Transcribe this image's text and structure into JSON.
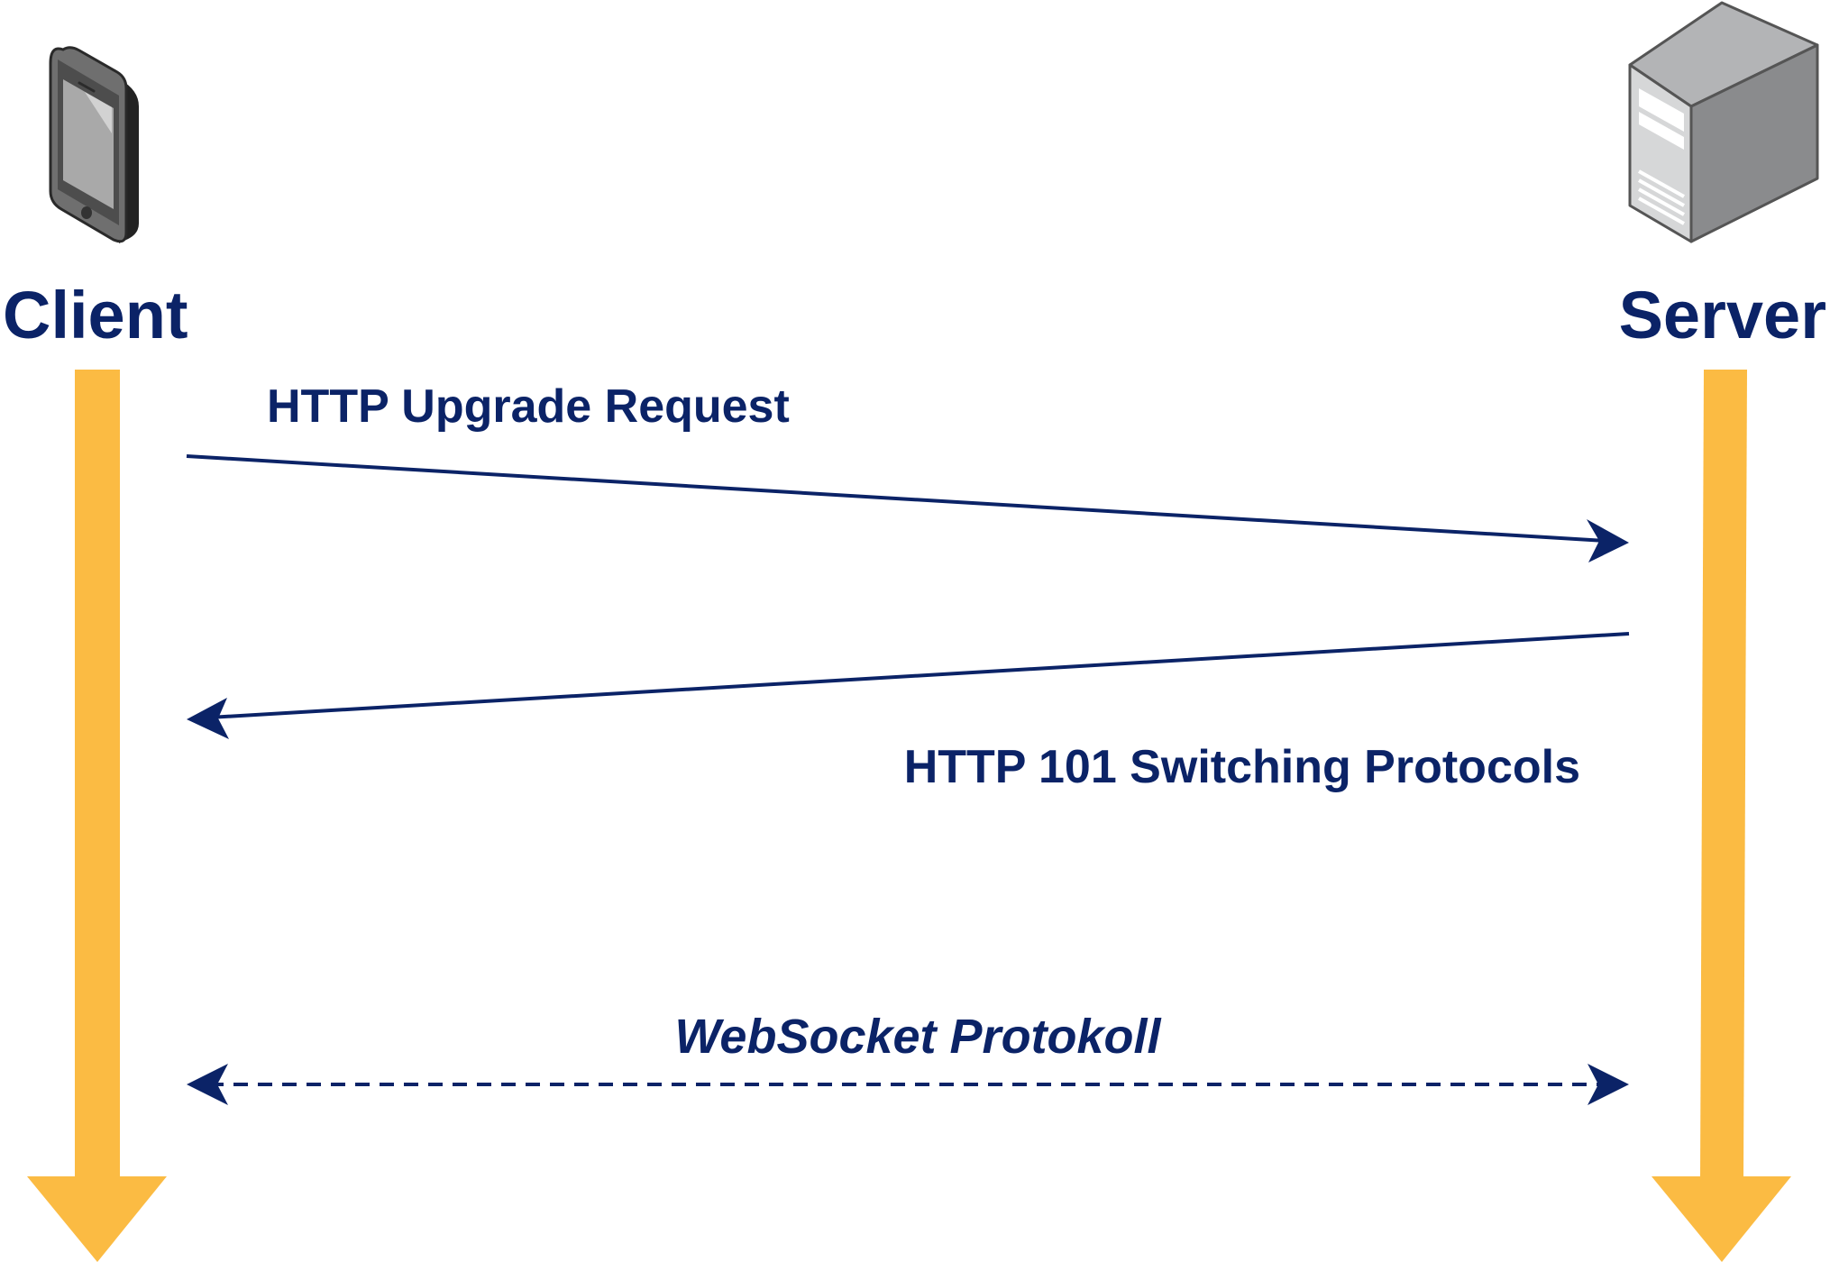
{
  "colors": {
    "navy": "#0b2367",
    "lifeline": "#fbbb43",
    "background": "#ffffff"
  },
  "client": {
    "label": "Client",
    "icon": "smartphone-icon"
  },
  "server": {
    "label": "Server",
    "icon": "server-tower-icon"
  },
  "messages": [
    {
      "id": "upgrade-request",
      "label": "HTTP Upgrade Request",
      "direction": "client-to-server",
      "style": "solid"
    },
    {
      "id": "switching-protocols",
      "label": "HTTP 101 Switching Protocols",
      "direction": "server-to-client",
      "style": "solid"
    },
    {
      "id": "websocket",
      "label": "WebSocket Protokoll",
      "direction": "bidirectional",
      "style": "dashed"
    }
  ]
}
